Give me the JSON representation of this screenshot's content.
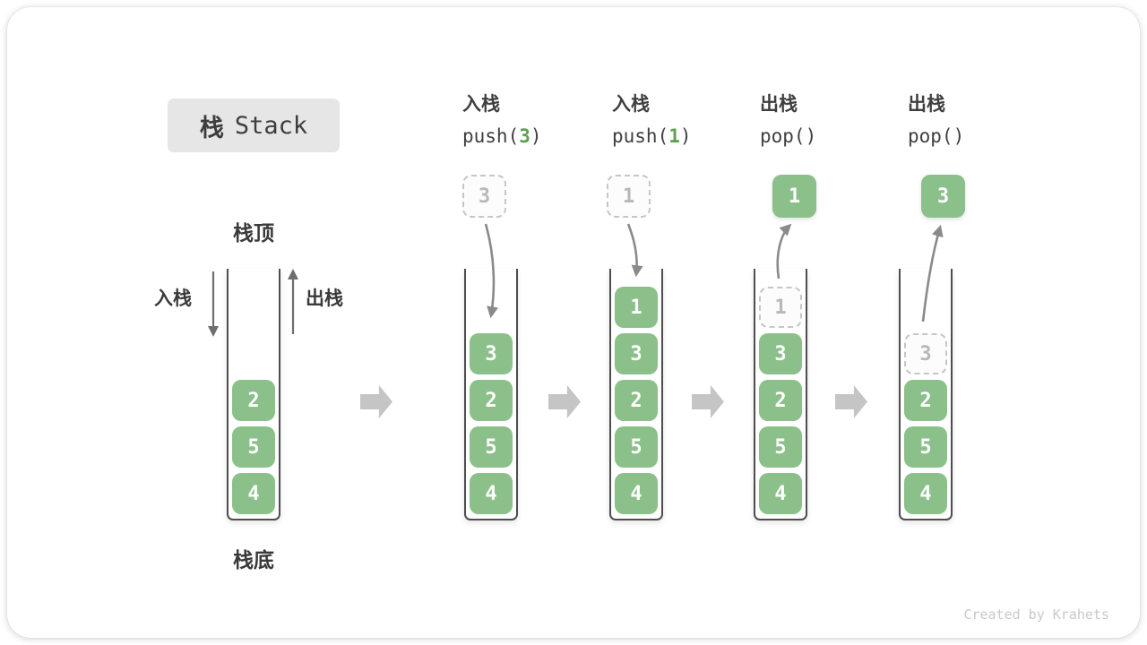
{
  "page": {
    "title_zh": "栈",
    "title_en": "Stack",
    "footer_credit": "Created by Krahets"
  },
  "legend": {
    "stack_top": "栈顶",
    "stack_bottom": "栈底",
    "push_label": "入栈",
    "pop_label": "出栈"
  },
  "colors": {
    "block_green": "#8cc08a",
    "code_arg_green": "#5ea052",
    "step_arrow_gray": "#c5c5c5",
    "curve_arrow_gray": "#8a8a8a",
    "text_dark": "#3d3d3d",
    "ghost_gray": "#b8b8b8",
    "title_badge_bg": "#e6e6e6"
  },
  "stages": [
    {
      "name": "initial",
      "items": [
        "2",
        "5",
        "4"
      ]
    },
    {
      "name": "push-3",
      "header_line1": "入栈",
      "op_prefix": "push(",
      "op_arg": "3",
      "op_suffix": ")",
      "floating_value": "3",
      "floating_style": "dashed",
      "items": [
        "3",
        "2",
        "5",
        "4"
      ]
    },
    {
      "name": "push-1",
      "header_line1": "入栈",
      "op_prefix": "push(",
      "op_arg": "1",
      "op_suffix": ")",
      "floating_value": "1",
      "floating_style": "dashed",
      "items": [
        "1",
        "3",
        "2",
        "5",
        "4"
      ]
    },
    {
      "name": "pop-1",
      "header_line1": "出栈",
      "op_prefix": "pop()",
      "op_arg": "",
      "op_suffix": "",
      "floating_value": "1",
      "floating_style": "solid",
      "placeholder_value": "1",
      "items": [
        "3",
        "2",
        "5",
        "4"
      ]
    },
    {
      "name": "pop-3",
      "header_line1": "出栈",
      "op_prefix": "pop()",
      "op_arg": "",
      "op_suffix": "",
      "floating_value": "3",
      "floating_style": "solid",
      "placeholder_value": "3",
      "items": [
        "2",
        "5",
        "4"
      ]
    }
  ]
}
